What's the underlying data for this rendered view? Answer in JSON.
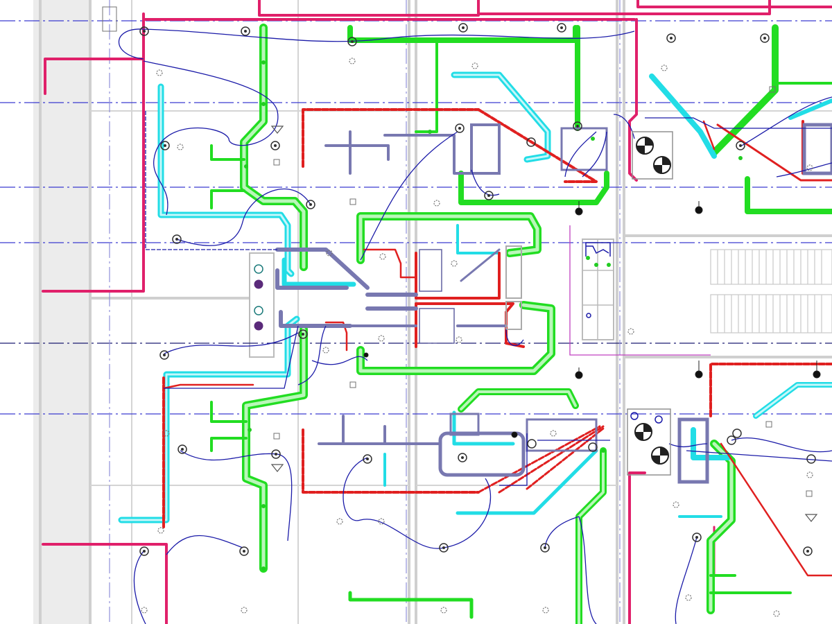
{
  "colors": {
    "background": "#ffffff",
    "wall": "#cfcfcf",
    "grid_line": "#3a3ad0",
    "column_line": "#8f8fd8",
    "magenta_pipe": "#e0206a",
    "green_duct": "#22dd22",
    "cyan_duct": "#22dde6",
    "red_pipe": "#e02020",
    "blue_wire": "#1a1aa8",
    "equipment": "#6060a0",
    "fixture": "#303030",
    "purple_line": "#c040c0"
  },
  "symbols": {
    "ceiling_diffuser": "circle-dot-symbol",
    "sprinkler_head": "starburst-symbol",
    "exhaust_grille": "square-grille-symbol",
    "fan_unit": "quartered-circle-symbol",
    "column_marker": "black-dot-symbol"
  }
}
